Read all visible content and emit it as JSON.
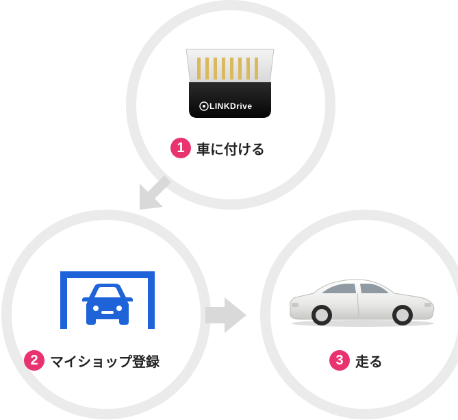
{
  "steps": [
    {
      "number": "1",
      "label": "車に付ける"
    },
    {
      "number": "2",
      "label": "マイショップ登録"
    },
    {
      "number": "3",
      "label": "走る"
    }
  ],
  "device": {
    "brand": "LINKDrive"
  },
  "colors": {
    "accent": "#e8336f",
    "ring": "#ebebeb",
    "arrow": "#d9d9d9",
    "garage_blue": "#1e63d8"
  },
  "icons": [
    "obd-device-icon",
    "garage-car-icon",
    "sedan-car-icon",
    "arrow-down-left-icon",
    "arrow-right-icon"
  ]
}
